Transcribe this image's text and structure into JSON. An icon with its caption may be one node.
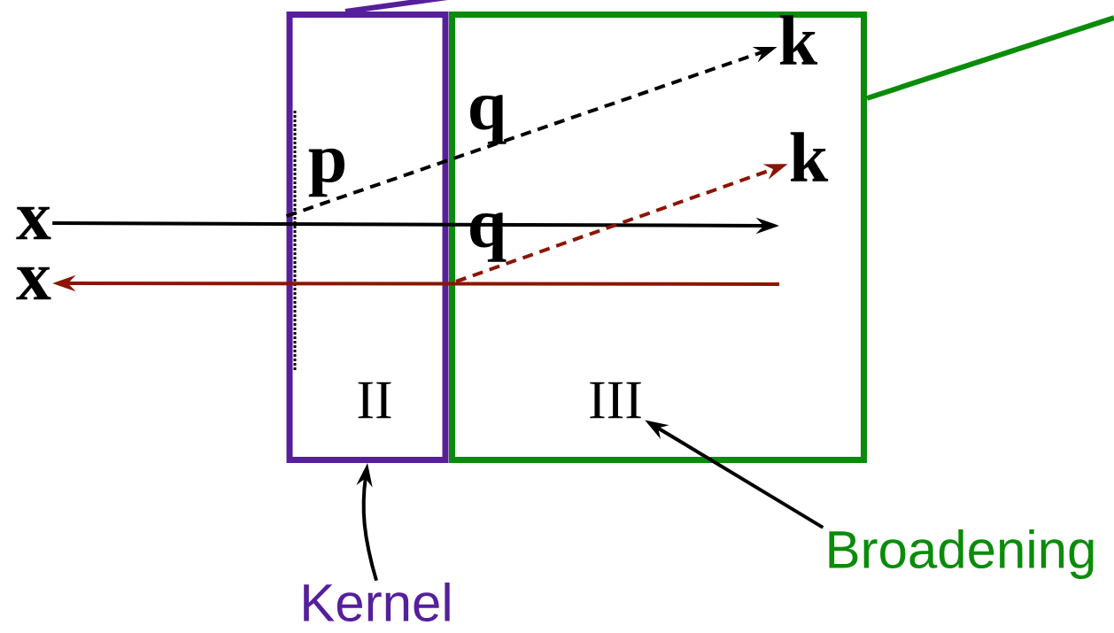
{
  "diagram": {
    "nodes": [
      {
        "text": [
          "II"
        ]
      },
      {
        "text": [
          "III"
        ]
      },
      {
        "text": [
          "x"
        ]
      },
      {
        "text": [
          "x"
        ]
      },
      {
        "text": [
          "k"
        ],
        "in": 1
      },
      {
        "text": [
          "k"
        ],
        "in": 1
      },
      {
        "text": [
          "Kernel"
        ]
      },
      {
        "text": [
          "Broadening"
        ]
      }
    ],
    "edges": [
      {
        "from": 2,
        "to": null,
        "arrow": "to"
      },
      {
        "from": 0,
        "to": 4,
        "arrow": "to",
        "style": "dashed"
      },
      {
        "from": null,
        "to": 5,
        "arrow": "to",
        "style": "dashed",
        "color": "#8b1500"
      },
      {
        "from": null,
        "to": 3,
        "arrow": "to",
        "color": "#8b1500"
      },
      {
        "from": 6,
        "to": 0,
        "arrow": "to"
      },
      {
        "from": 7,
        "to": 1,
        "arrow": "to"
      },
      {
        "from": 1,
        "to": null,
        "arrow": "none",
        "color": "#0a8c0a"
      },
      {
        "from": 0,
        "to": null,
        "arrow": "none",
        "color": "#561f9c"
      }
    ],
    "labels": [
      "p",
      "q",
      "q"
    ]
  }
}
